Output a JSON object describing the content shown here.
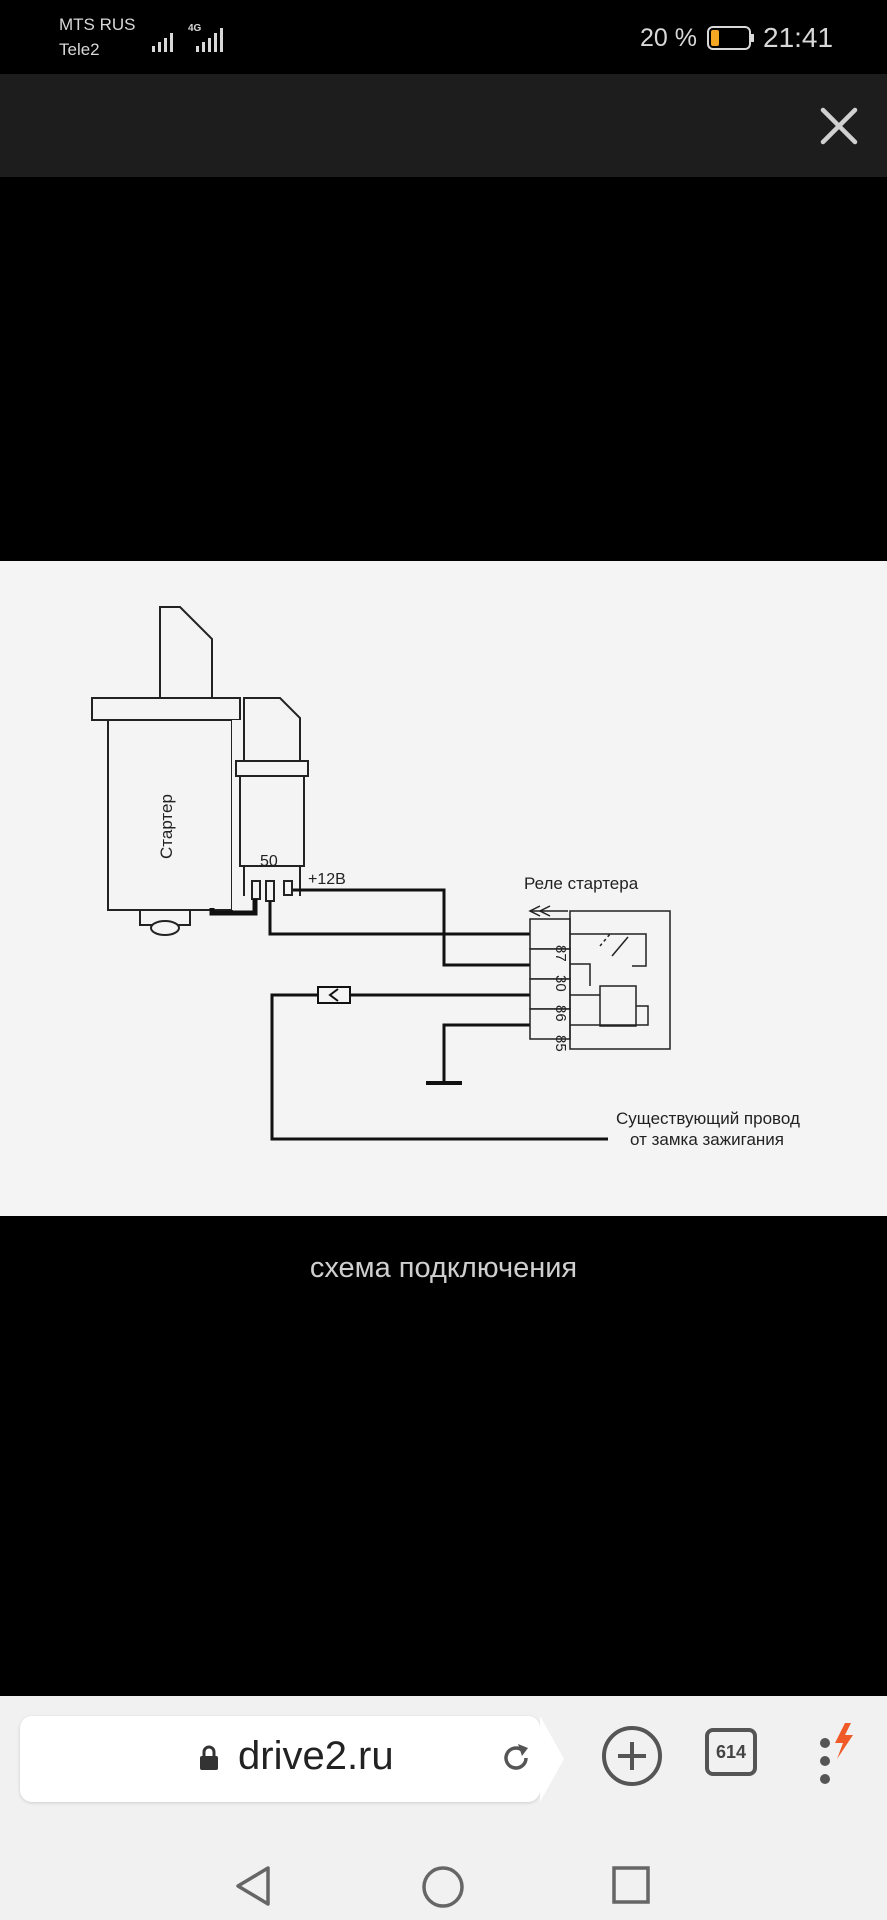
{
  "status_bar": {
    "carrier_primary": "MTS RUS",
    "carrier_secondary": "Tele2",
    "network": "4G",
    "battery_percent": "20 %",
    "time": "21:41"
  },
  "diagram": {
    "starter_label": "Стартер",
    "terminal_50": "50",
    "plus12v": "+12В",
    "relay_title": "Реле стартера",
    "pin_87": "87",
    "pin_30": "30",
    "pin_86": "86",
    "pin_85": "85",
    "wire_label_line1": "Существующий провод",
    "wire_label_line2": "от замка зажигания"
  },
  "caption": "схема подключения",
  "browser": {
    "url": "drive2.ru",
    "tab_count": "614"
  },
  "colors": {
    "background": "#000000",
    "toolbar": "#1d1d1d",
    "accent_flash": "#f05a28"
  }
}
